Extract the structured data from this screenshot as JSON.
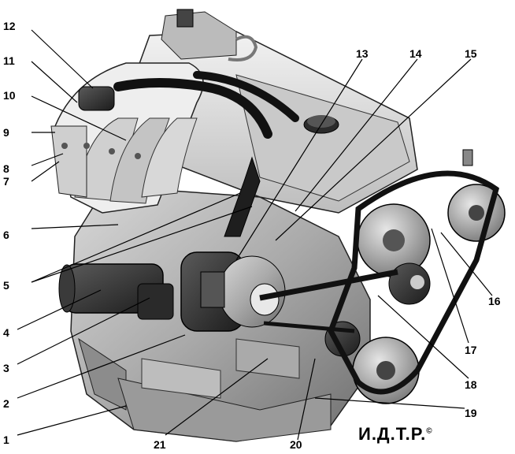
{
  "callouts": [
    {
      "id": "1",
      "label": "1"
    },
    {
      "id": "2",
      "label": "2"
    },
    {
      "id": "3",
      "label": "3"
    },
    {
      "id": "4",
      "label": "4"
    },
    {
      "id": "5",
      "label": "5"
    },
    {
      "id": "6",
      "label": "6"
    },
    {
      "id": "7",
      "label": "7"
    },
    {
      "id": "8",
      "label": "8"
    },
    {
      "id": "9",
      "label": "9"
    },
    {
      "id": "10",
      "label": "10"
    },
    {
      "id": "11",
      "label": "11"
    },
    {
      "id": "12",
      "label": "12"
    },
    {
      "id": "13",
      "label": "13"
    },
    {
      "id": "14",
      "label": "14"
    },
    {
      "id": "15",
      "label": "15"
    },
    {
      "id": "16",
      "label": "16"
    },
    {
      "id": "17",
      "label": "17"
    },
    {
      "id": "18",
      "label": "18"
    },
    {
      "id": "19",
      "label": "19"
    },
    {
      "id": "20",
      "label": "20"
    },
    {
      "id": "21",
      "label": "21"
    }
  ],
  "watermark": {
    "text": "И.Д.Т.Р.",
    "mark": "©"
  }
}
